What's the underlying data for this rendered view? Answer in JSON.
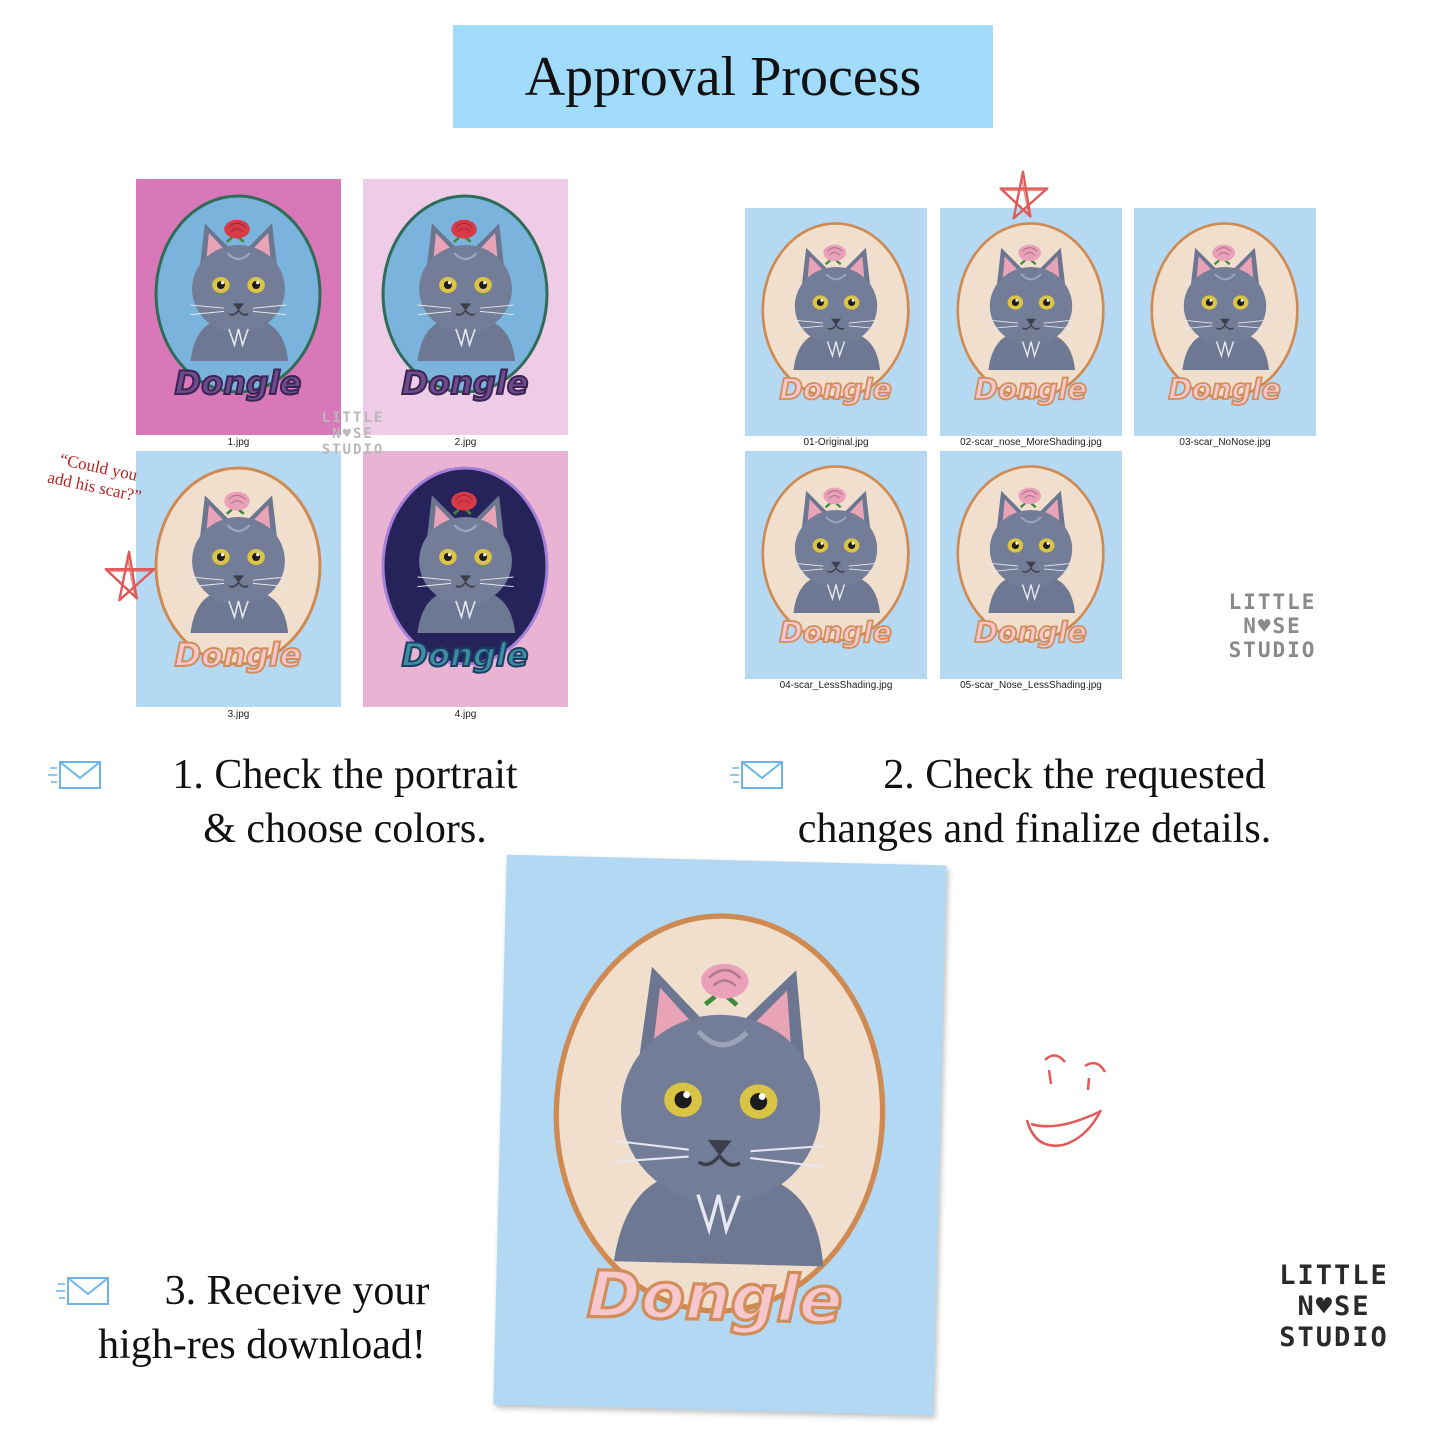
{
  "title": "Approval Process",
  "portrait_name": "Dongle",
  "group1": {
    "captions": [
      "1.jpg",
      "2.jpg",
      "3.jpg",
      "4.jpg"
    ],
    "note": [
      "“Could you",
      "add his scar?”"
    ]
  },
  "group2": {
    "captions": [
      "01-Original.jpg",
      "02-scar_nose_MoreShading.jpg",
      "03-scar_NoNose.jpg",
      "04-scar_LessShading.jpg",
      "05-scar_Nose_LessShading.jpg"
    ]
  },
  "steps": {
    "step1": [
      "1. Check the portrait",
      "& choose colors."
    ],
    "step2": [
      "2.  Check  the  requested",
      "changes and finalize details."
    ],
    "step3": [
      "3. Receive your",
      "high-res download!"
    ]
  },
  "logo": [
    "LITTLE",
    "N♥SE",
    "STUDIO"
  ],
  "colors": {
    "title_bg": "#a2dcfd",
    "note_red": "#b7241f",
    "pink_bg": "#d978b8",
    "light_pink_bg": "#eecbe6",
    "blue_bg": "#b5d9f3",
    "rose_bg": "#e9b4d3"
  },
  "icons": [
    "envelope-icon",
    "star-doodle-icon",
    "smiley-doodle-icon",
    "rose-icon",
    "cat-portrait"
  ]
}
